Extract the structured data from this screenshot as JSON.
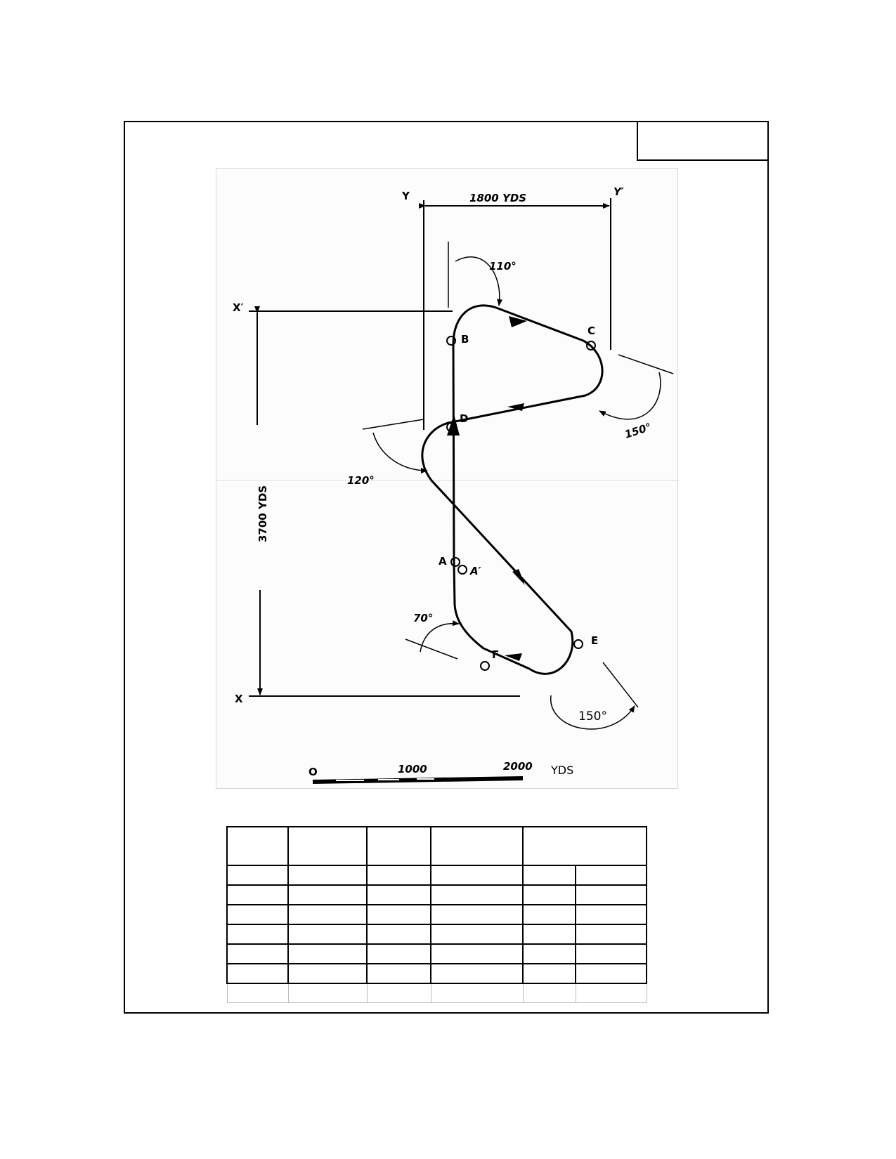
{
  "diagram": {
    "labels": {
      "y": "Y",
      "y_prime": "Y′",
      "x": "X",
      "x_prime": "X′",
      "width": "1800 YDS",
      "height": "3700 YDS"
    },
    "angles": {
      "top": "110°",
      "right": "150°",
      "left": "120°",
      "bottom_left": "70°",
      "bottom_right": "150°"
    },
    "points": {
      "a": "A",
      "a_prime": "A′",
      "b": "B",
      "c": "C",
      "d": "D",
      "e": "E",
      "f": "F"
    },
    "scale": {
      "zero": "O",
      "mid": "1000",
      "max": "2000",
      "unit": "YDS"
    }
  },
  "table": {
    "row_count": 8,
    "column_count": 6
  }
}
